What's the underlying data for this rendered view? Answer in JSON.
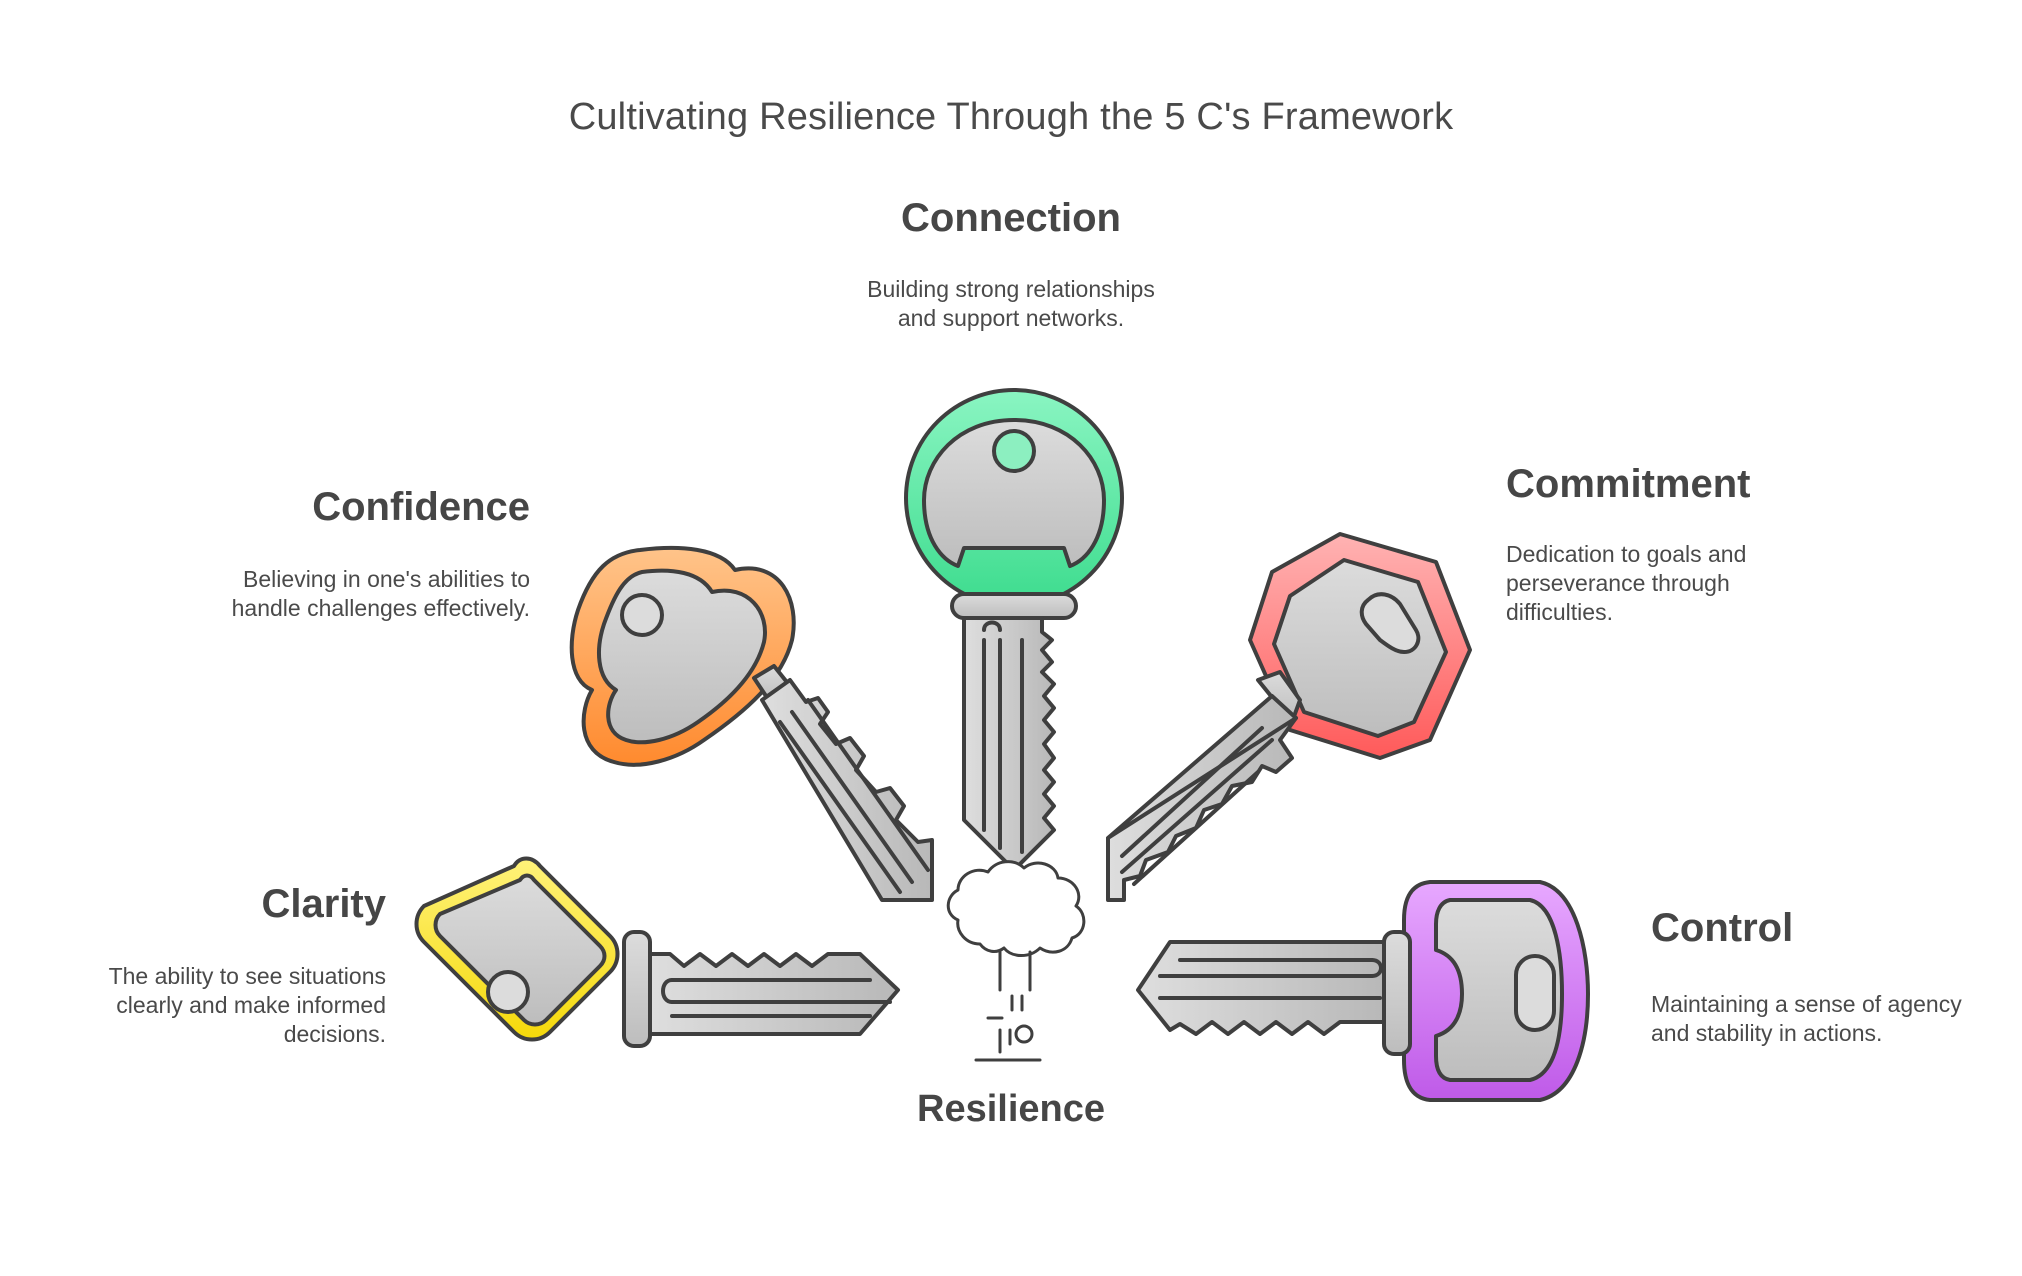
{
  "title": "Cultivating Resilience Through the 5 C's Framework",
  "center_label": "Resilience",
  "items": [
    {
      "id": "connection",
      "heading": "Connection",
      "desc_lines": [
        "Building strong relationships",
        "and support networks."
      ],
      "color": "#4fe3a0"
    },
    {
      "id": "confidence",
      "heading": "Confidence",
      "desc_lines": [
        "Believing in one's abilities to",
        "handle challenges effectively."
      ],
      "color": "#ff9e4d"
    },
    {
      "id": "commitment",
      "heading": "Commitment",
      "desc_lines": [
        "Dedication to goals and",
        "perseverance through",
        "difficulties."
      ],
      "color": "#ff7a7a"
    },
    {
      "id": "clarity",
      "heading": "Clarity",
      "desc_lines": [
        "The ability to see situations",
        "clearly and make informed",
        "decisions."
      ],
      "color": "#ffe533"
    },
    {
      "id": "control",
      "heading": "Control",
      "desc_lines": [
        "Maintaining a sense of agency",
        "and stability in actions."
      ],
      "color": "#d27cf2"
    }
  ]
}
